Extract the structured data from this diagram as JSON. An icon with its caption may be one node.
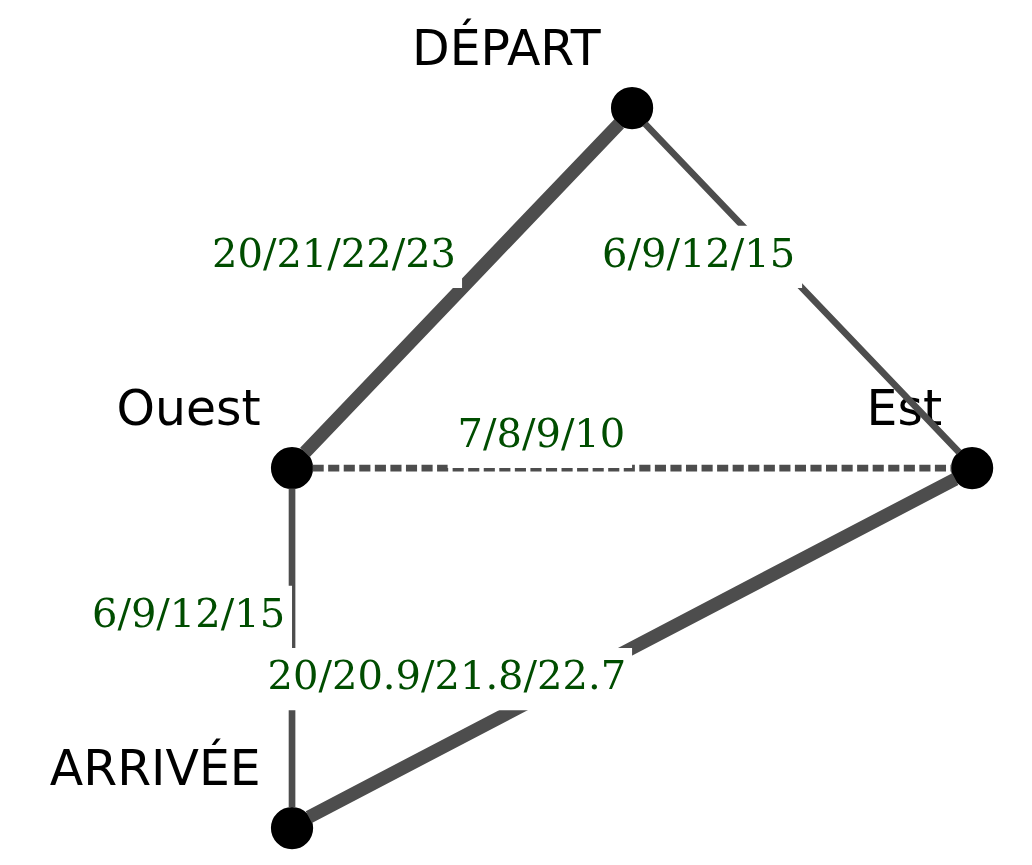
{
  "diagram": {
    "nodes": [
      {
        "text": [],
        "shape": "circle",
        "beside": [
          "DÉPART"
        ]
      },
      {
        "text": [],
        "shape": "circle",
        "beside": [
          "Est"
        ]
      },
      {
        "text": [],
        "shape": "circle",
        "beside": [
          "Ouest"
        ]
      },
      {
        "text": [],
        "shape": "circle",
        "beside": [
          "ARRIVÉE"
        ]
      }
    ],
    "edges": [
      {
        "from": 0,
        "to": 1,
        "arrow": "none",
        "label": "6/9/12/15"
      },
      {
        "from": 0,
        "to": 2,
        "arrow": "none",
        "label": "20/21/22/23",
        "style": "thick"
      },
      {
        "from": 2,
        "to": 1,
        "arrow": "none",
        "label": "7/8/9/10",
        "style": "dashed"
      },
      {
        "from": 2,
        "to": 3,
        "arrow": "none",
        "label": "6/9/12/15"
      },
      {
        "from": 3,
        "to": 1,
        "arrow": "none",
        "label": "20/20.9/21.8/22.7",
        "style": "thick"
      }
    ]
  }
}
